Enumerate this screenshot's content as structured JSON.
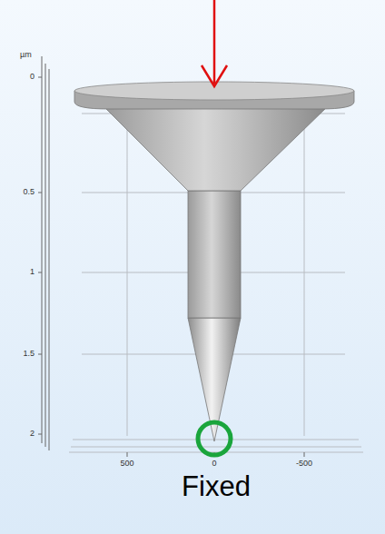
{
  "diagram": {
    "labels": [
      "µm",
      "0",
      "0.5",
      "1",
      "1.5",
      "2",
      "500",
      "0",
      "-500",
      "Fixed"
    ]
  }
}
